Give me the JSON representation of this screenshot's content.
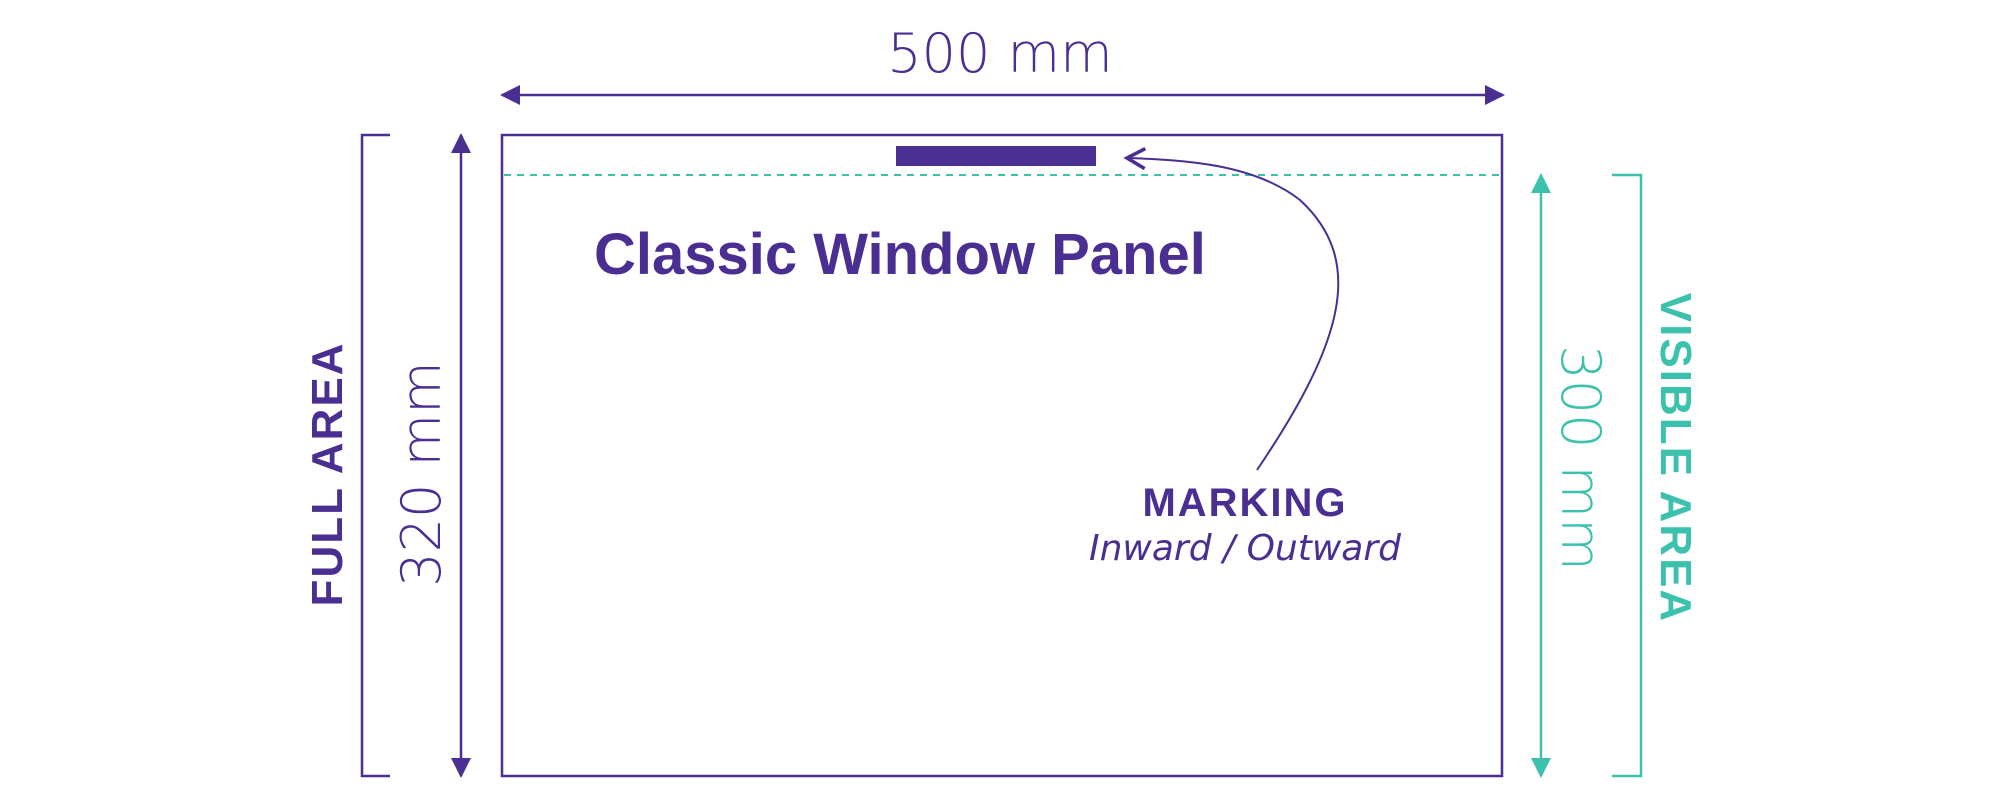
{
  "title": "Classic Window Panel",
  "width_label": "500 mm",
  "full_height_label": "320 mm",
  "full_area_label": "FULL AREA",
  "visible_height_label": "300 mm",
  "visible_area_label": "VISIBLE AREA",
  "marking": {
    "label": "MARKING",
    "sublabel": "Inward / Outward"
  },
  "colors": {
    "primary": "#4a2e91",
    "accent": "#3cc1ad"
  }
}
